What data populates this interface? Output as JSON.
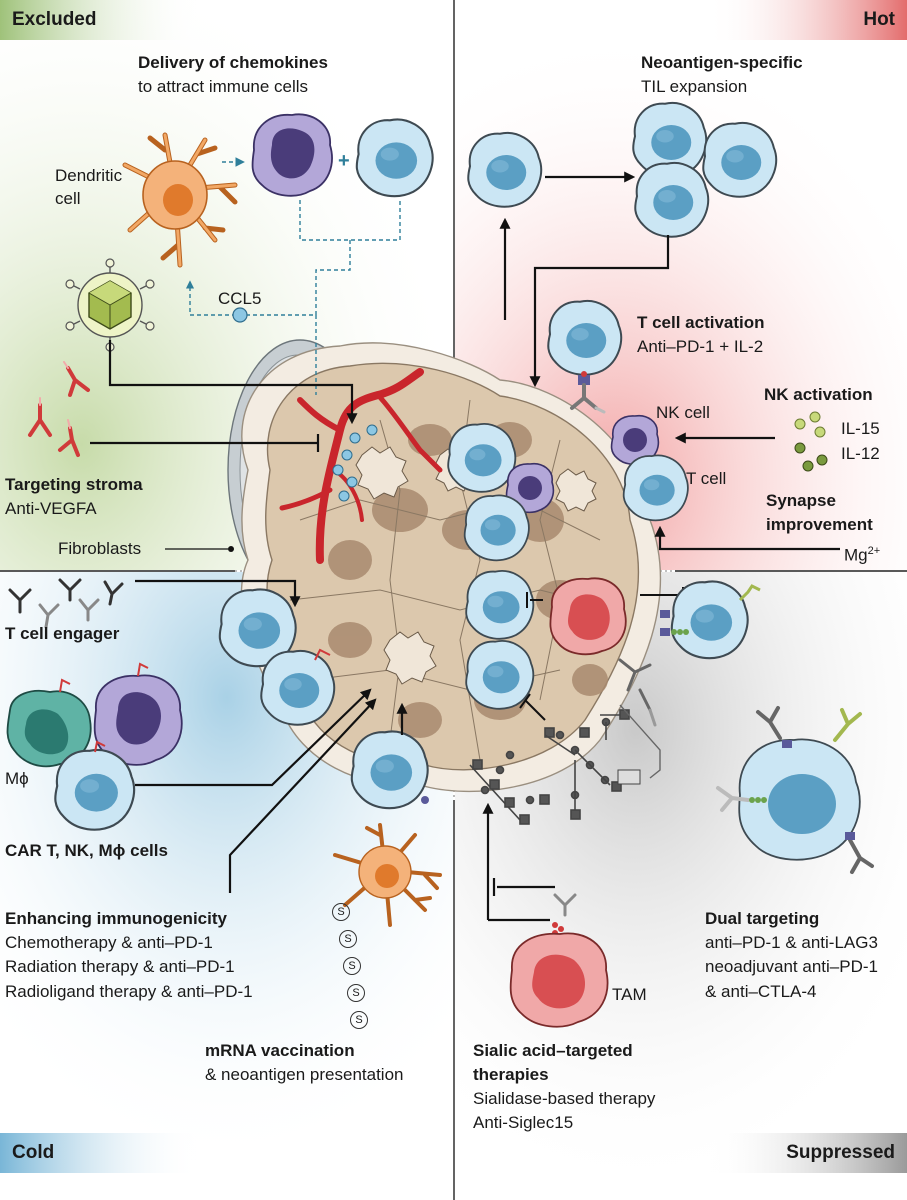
{
  "corners": {
    "excluded": "Excluded",
    "hot": "Hot",
    "cold": "Cold",
    "suppressed": "Suppressed"
  },
  "excluded": {
    "chemokines_title": "Delivery of chemokines",
    "chemokines_sub": "to attract immune cells",
    "dendritic_label_1": "Dendritic",
    "dendritic_label_2": "cell",
    "plus_sign": "+",
    "ccl5": "CCL5",
    "stroma_title": "Targeting stroma",
    "stroma_sub": "Anti-VEGFA",
    "fibroblasts": "Fibroblasts"
  },
  "hot": {
    "til_title": "Neoantigen-specific",
    "til_sub": "TIL expansion",
    "tcell_act_title": "T cell activation",
    "tcell_act_sub": "Anti–PD-1 + IL-2",
    "nk_act_title": "NK activation",
    "nk_cell": "NK cell",
    "il15": "IL-15",
    "il12": "IL-12",
    "t_cell": "T cell",
    "synapse_1": "Synapse",
    "synapse_2": "improvement",
    "mg": "Mg",
    "mg_sup": "2+"
  },
  "cold": {
    "engager": "T cell engager",
    "mphi": "Mϕ",
    "car": "CAR T, NK, Mϕ cells",
    "immuno_title": "Enhancing immunogenicity",
    "immuno_lines": [
      "Chemotherapy & anti–PD-1",
      "Radiation therapy & anti–PD-1",
      "Radioligand therapy & anti–PD-1"
    ],
    "mrna_title": "mRNA vaccination",
    "mrna_sub": "& neoantigen presentation",
    "mrna_glyph": "S"
  },
  "suppressed": {
    "tam": "TAM",
    "sialic_title_1": "Sialic acid–targeted",
    "sialic_title_2": "therapies",
    "sialic_lines": [
      "Sialidase-based therapy",
      "Anti-Siglec15"
    ],
    "dual_title": "Dual targeting",
    "dual_lines": [
      "anti–PD-1 & anti-LAG3",
      "neoadjuvant anti–PD-1",
      "& anti–CTLA-4"
    ]
  },
  "colors": {
    "excluded": "#b9cf9a",
    "hot": "#e98585",
    "cold": "#8ec2dc",
    "suppressed": "#a7a7a7",
    "tcell": "#cbe6f4",
    "tcell_nucleus": "#5b9fc4",
    "vessel": "#c9252c",
    "dendritic": "#e88b3e",
    "nk": "#8a7bb8",
    "tam": "#e8787a",
    "tumor": "#dcc8ad"
  }
}
